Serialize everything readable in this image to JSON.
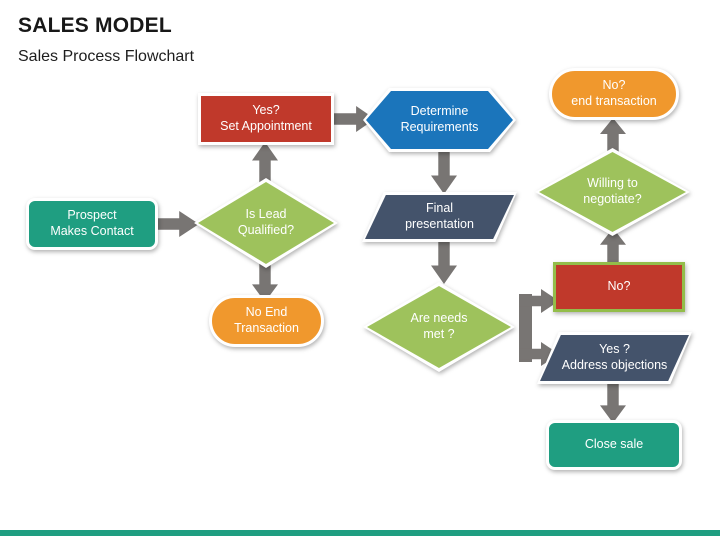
{
  "header": {
    "title": "SALES MODEL",
    "subtitle": "Sales Process Flowchart"
  },
  "theme": {
    "teal": "#1f9e81",
    "green": "#9ec25c",
    "orange": "#f0982d",
    "red": "#c0392b",
    "blue": "#1b75bb",
    "navy": "#44536b",
    "arrow_gray": "#787573",
    "selection_outline": "#93bd4a",
    "accent_bar": "#1f9e81",
    "background": "#ffffff"
  },
  "flowchart": {
    "nodes": [
      {
        "id": "prospect-makes-contact",
        "label": "Prospect\nMakes Contact",
        "shape": "rounded-rectangle",
        "color": "#1f9e81"
      },
      {
        "id": "is-lead-qualified",
        "label": "Is Lead\nQualified?",
        "shape": "diamond",
        "color": "#9ec25c"
      },
      {
        "id": "no-end-transaction",
        "label": "No End\nTransaction",
        "shape": "pill",
        "color": "#f0982d"
      },
      {
        "id": "yes-set-appointment",
        "label": "Yes?\nSet Appointment",
        "shape": "rectangle",
        "color": "#c0392b"
      },
      {
        "id": "determine-requirements",
        "label": "Determine\nRequirements",
        "shape": "hexagon",
        "color": "#1b75bb"
      },
      {
        "id": "final-presentation",
        "label": "Final\npresentation",
        "shape": "parallelogram",
        "color": "#44536b"
      },
      {
        "id": "are-needs-met",
        "label": "Are needs\nmet ?",
        "shape": "diamond",
        "color": "#9ec25c"
      },
      {
        "id": "no-objection",
        "label": "No?",
        "shape": "rectangle-selected",
        "color": "#c0392b"
      },
      {
        "id": "yes-address-objections",
        "label": "Yes ?\nAddress objections",
        "shape": "parallelogram",
        "color": "#44536b"
      },
      {
        "id": "close-sale",
        "label": "Close sale",
        "shape": "rounded-rectangle",
        "color": "#1f9e81"
      },
      {
        "id": "willing-to-negotiate",
        "label": "Willing to\nnegotiate?",
        "shape": "diamond",
        "color": "#9ec25c"
      },
      {
        "id": "no-end-transaction-2",
        "label": "No?\nend transaction",
        "shape": "pill",
        "color": "#f0982d"
      }
    ],
    "connectors": [
      {
        "id": "prospect-to-qualified",
        "from": "prospect-makes-contact",
        "to": "is-lead-qualified",
        "direction": "right"
      },
      {
        "id": "qualified-to-noend",
        "from": "is-lead-qualified",
        "to": "no-end-transaction",
        "direction": "down"
      },
      {
        "id": "qualified-to-appointment",
        "from": "is-lead-qualified",
        "to": "yes-set-appointment",
        "direction": "up"
      },
      {
        "id": "appointment-to-requirements",
        "from": "yes-set-appointment",
        "to": "determine-requirements",
        "direction": "right"
      },
      {
        "id": "requirements-to-presentation",
        "from": "determine-requirements",
        "to": "final-presentation",
        "direction": "down"
      },
      {
        "id": "presentation-to-needs",
        "from": "final-presentation",
        "to": "are-needs-met",
        "direction": "down"
      },
      {
        "id": "needs-fork-to-no",
        "from": "are-needs-met",
        "to": "no-objection",
        "direction": "fork-up-right"
      },
      {
        "id": "needs-fork-to-yes",
        "from": "are-needs-met",
        "to": "yes-address-objections",
        "direction": "fork-down-right"
      },
      {
        "id": "objections-to-close",
        "from": "yes-address-objections",
        "to": "close-sale",
        "direction": "down"
      },
      {
        "id": "no-to-negotiate",
        "from": "no-objection",
        "to": "willing-to-negotiate",
        "direction": "up"
      },
      {
        "id": "negotiate-to-endtransaction",
        "from": "willing-to-negotiate",
        "to": "no-end-transaction-2",
        "direction": "up"
      }
    ]
  }
}
